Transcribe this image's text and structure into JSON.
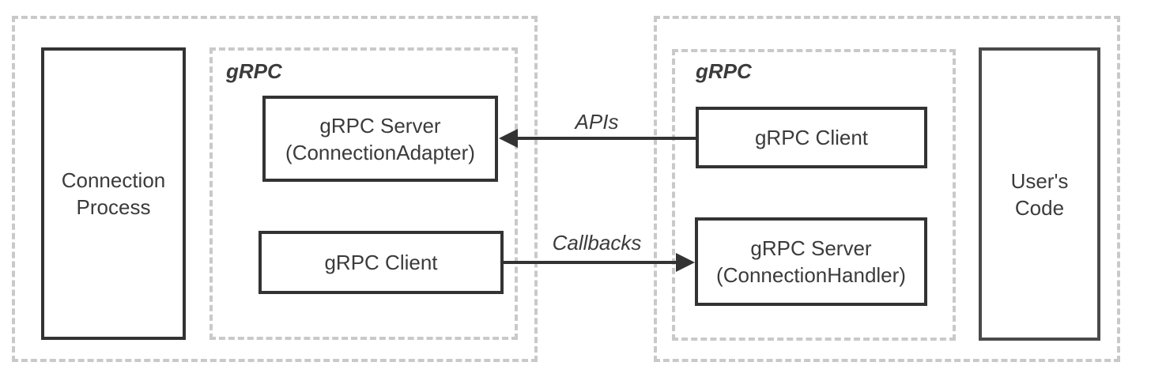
{
  "left": {
    "process_label": "Connection\nProcess",
    "grpc_label": "gRPC",
    "server_label": "gRPC Server\n(ConnectionAdapter)",
    "client_label": "gRPC Client"
  },
  "right": {
    "grpc_label": "gRPC",
    "client_label": "gRPC Client",
    "server_label": "gRPC Server\n(ConnectionHandler)",
    "users_code_label": "User's\nCode"
  },
  "arrows": {
    "apis": {
      "label": "APIs",
      "direction": "left"
    },
    "callbacks": {
      "label": "Callbacks",
      "direction": "right"
    }
  },
  "colors": {
    "background": "#ffffff",
    "solid_border": "#333333",
    "users_code_border": "#4a4a4a",
    "dashed_border": "#c9c9c9",
    "text": "#3b3b3b",
    "arrow": "#333333"
  }
}
